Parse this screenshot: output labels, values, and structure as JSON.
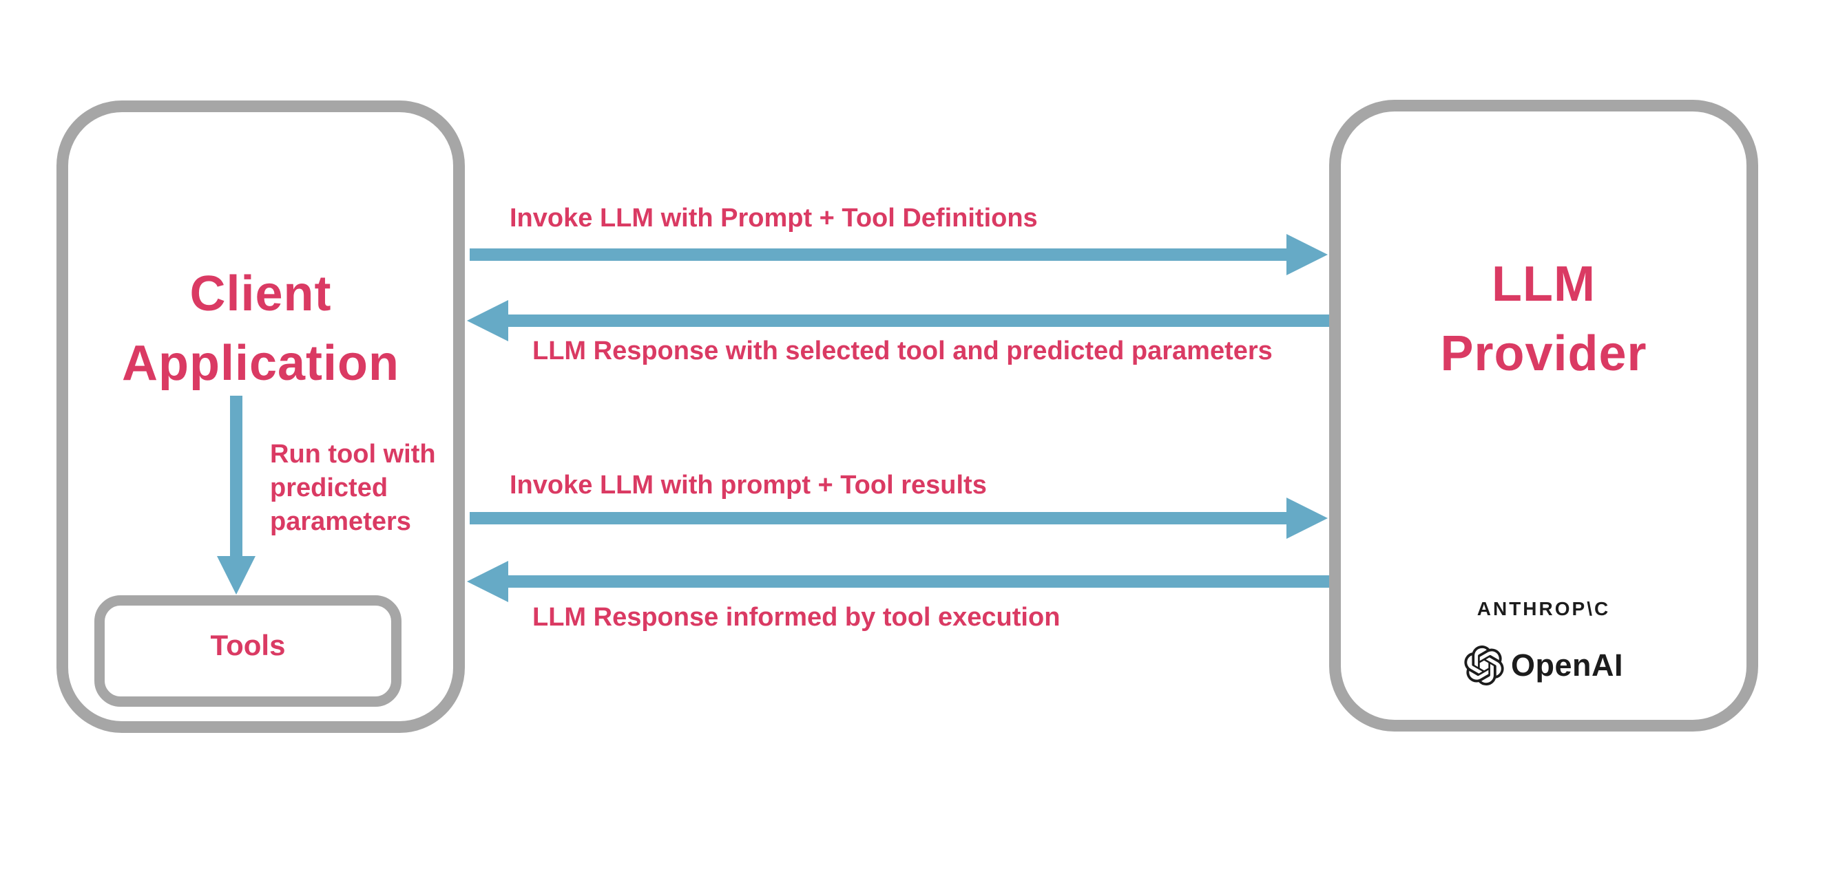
{
  "colors": {
    "accent_pink": "#da3a63",
    "arrow_blue": "#66aac6",
    "border_gray": "#a6a6a6",
    "logo_black": "#1c1c1c"
  },
  "client_box": {
    "title_line1": "Client",
    "title_line2": "Application"
  },
  "tools_box": {
    "label": "Tools"
  },
  "provider_box": {
    "title_line1": "LLM",
    "title_line2": "Provider",
    "anthropic_wordmark": "ANTHROP\\C",
    "openai_wordmark": "OpenAI"
  },
  "internal_arrow": {
    "label": "Run tool with predicted parameters"
  },
  "arrows": [
    {
      "label": "Invoke LLM with Prompt + Tool Definitions",
      "direction": "right"
    },
    {
      "label": "LLM Response with selected tool and predicted parameters",
      "direction": "left"
    },
    {
      "label": "Invoke LLM with prompt + Tool results",
      "direction": "right"
    },
    {
      "label": "LLM Response informed by tool execution",
      "direction": "left"
    }
  ]
}
